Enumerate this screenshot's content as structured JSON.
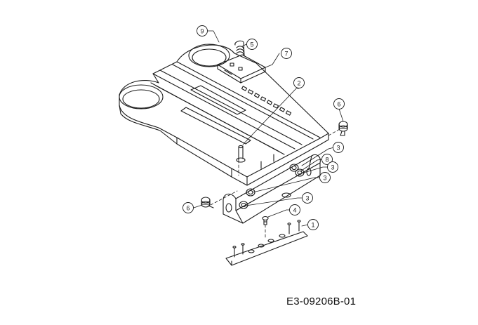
{
  "callouts": [
    {
      "label": "9"
    },
    {
      "label": "5"
    },
    {
      "label": "7"
    },
    {
      "label": "2"
    },
    {
      "label": "6"
    },
    {
      "label": "3"
    },
    {
      "label": "8"
    },
    {
      "label": "3"
    },
    {
      "label": "3"
    },
    {
      "label": "6"
    },
    {
      "label": "3"
    },
    {
      "label": "4"
    },
    {
      "label": "1"
    }
  ],
  "drawing_code": "E3-09206B-01"
}
